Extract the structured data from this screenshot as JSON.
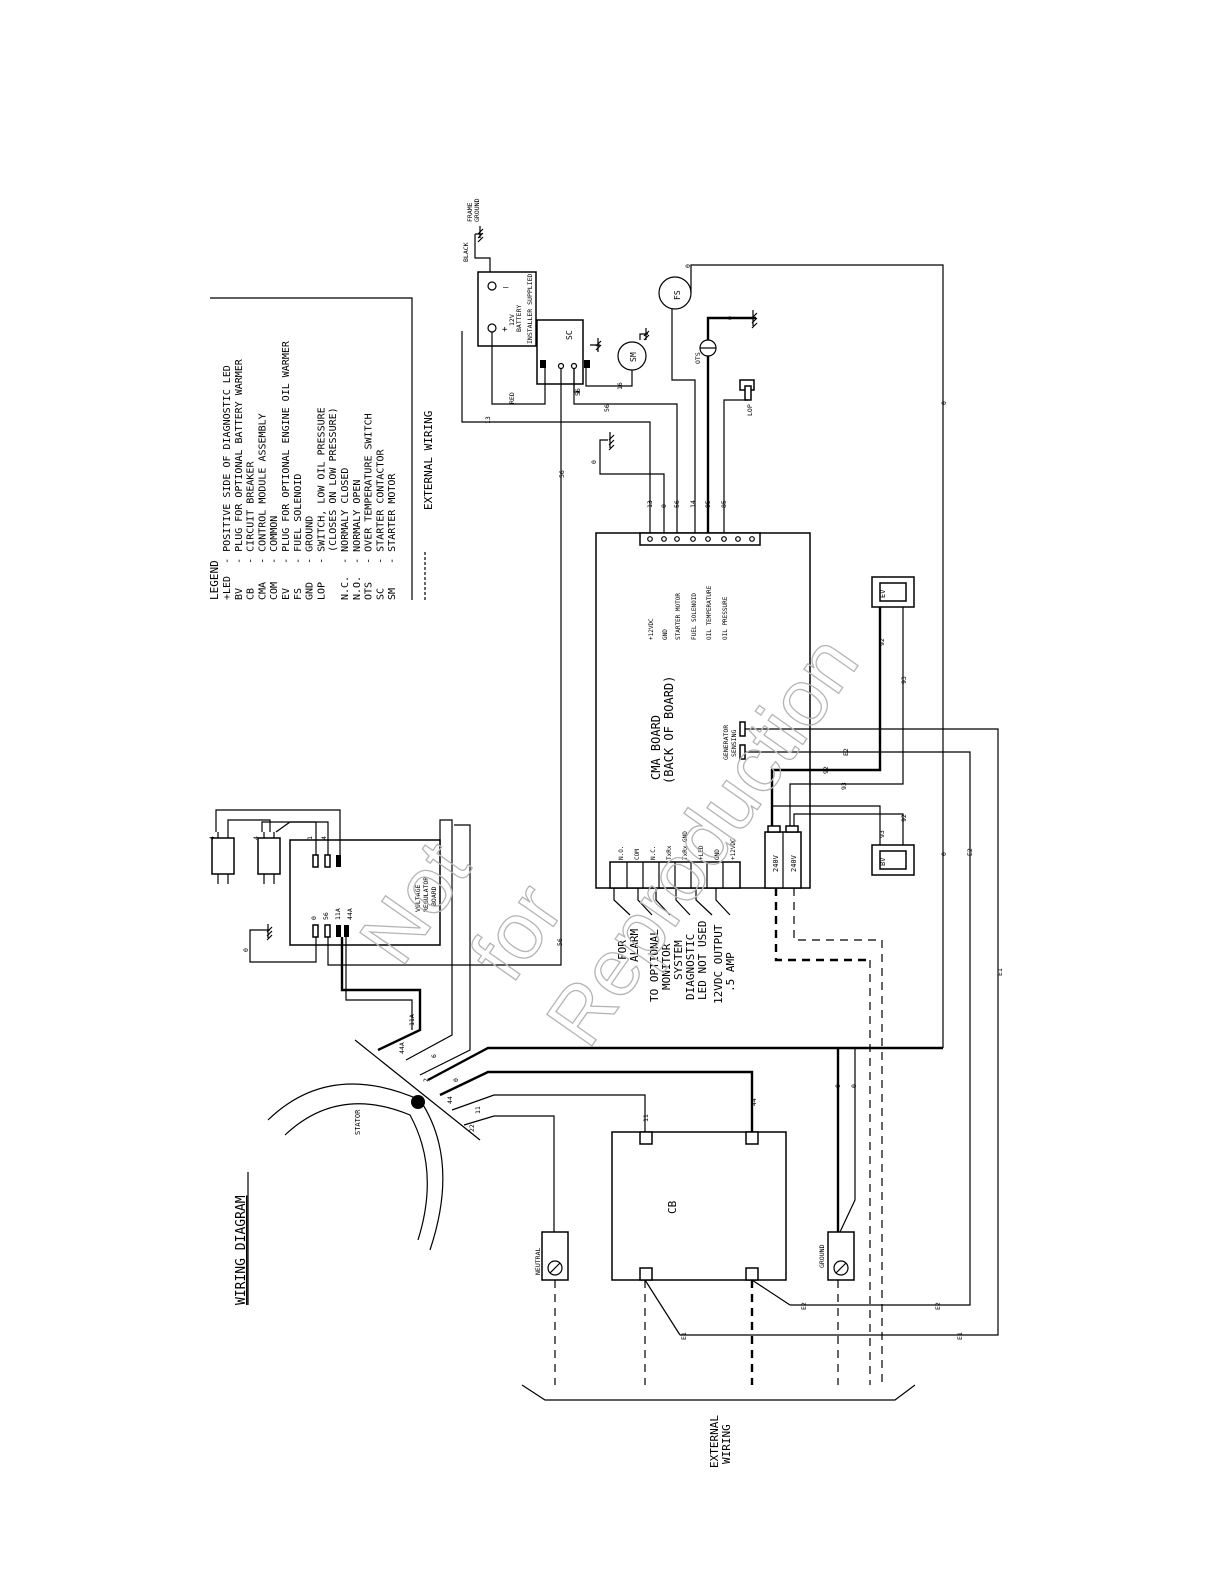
{
  "title": "WIRING DIAGRAM",
  "watermark": [
    "Not",
    "for",
    "Reproduction"
  ],
  "legend": {
    "heading": "LEGEND",
    "items": [
      "+LED  - POSITIVE SIDE OF DIAGNOSTIC LED",
      "BV    - PLUG FOR OPTIONAL BATTERY WARMER",
      "CB    - CIRCUIT BREAKER",
      "CMA   - CONTROL MODULE ASSEMBLY",
      "COM   - COMMON",
      "EV    - PLUG FOR OPTIONAL ENGINE OIL WARMER",
      "FS    - FUEL SOLENOID",
      "GND   - GROUND",
      "LOP   - SWITCH, LOW OIL PRESSURE",
      "        (CLOSES ON LOW PRESSURE)",
      "N.C.  - NORMALY CLOSED",
      "N.O.  - NORMALY OPEN",
      "OTS   - OVER TEMPERATURE SWITCH",
      "SC    - STARTER CONTACTOR",
      "SM    - STARTER MOTOR"
    ],
    "external_wiring": "EXTERNAL WIRING"
  },
  "components": {
    "cma_board": [
      "CMA BOARD",
      "(BACK OF BOARD)"
    ],
    "voltage_regulator": [
      "VOLTAGE",
      "REGULATOR",
      "BOARD"
    ],
    "circuit_breaker": "CB",
    "stator": "STATOR",
    "neutral": "NEUTRAL",
    "ground": "GROUND",
    "battery": [
      "12V",
      "BATTERY"
    ],
    "installer_supplied": "INSTALLER SUPPLIED",
    "starter_contactor": "SC",
    "starter_motor": "SM",
    "fuel_solenoid": "FS",
    "ots": "OTS",
    "lop": "LOP",
    "bv": "BV",
    "ev": "EV",
    "frame_ground": [
      "FRAME",
      "GROUND"
    ],
    "black": "BLACK",
    "red": "RED",
    "generator_sensing": [
      "GENERATOR",
      "SENSING"
    ]
  },
  "cma_terminals_top": [
    "+12VDC",
    "GND",
    "STARTER MOTOR",
    "FUEL SOLENOID",
    "OIL TEMPERATURE",
    "OIL PRESSURE"
  ],
  "cma_terminals_bottom": [
    "N.O.",
    "COM",
    "N.C.",
    "TxRx",
    "TxRx GND",
    "+LED",
    "GND",
    "+12VDC"
  ],
  "cma_240v": [
    "240V",
    "240V"
  ],
  "wire_numbers_top": [
    "13",
    "0",
    "56",
    "14",
    "95",
    "85"
  ],
  "notes": [
    "FOR",
    "ALARM",
    "TO OPTIONAL",
    "MONITOR",
    "SYSTEM",
    "DIAGNOSTIC",
    "LED NOT USED",
    "12VDC OUTPUT",
    ".5 AMP"
  ],
  "external_label": [
    "EXTERNAL",
    "WIRING"
  ],
  "wire_labels": {
    "w0": "0",
    "w2": "2",
    "w4": "4",
    "w6": "6",
    "w11": "11",
    "w11a": "11A",
    "w13": "13",
    "w14": "14",
    "w16": "16",
    "w22": "22",
    "w44": "44",
    "w44a": "44A",
    "w56": "56",
    "w85": "85",
    "w92": "92",
    "w93": "93",
    "w95": "95",
    "wE1": "E1",
    "wE2": "E2",
    "w1": "1"
  }
}
